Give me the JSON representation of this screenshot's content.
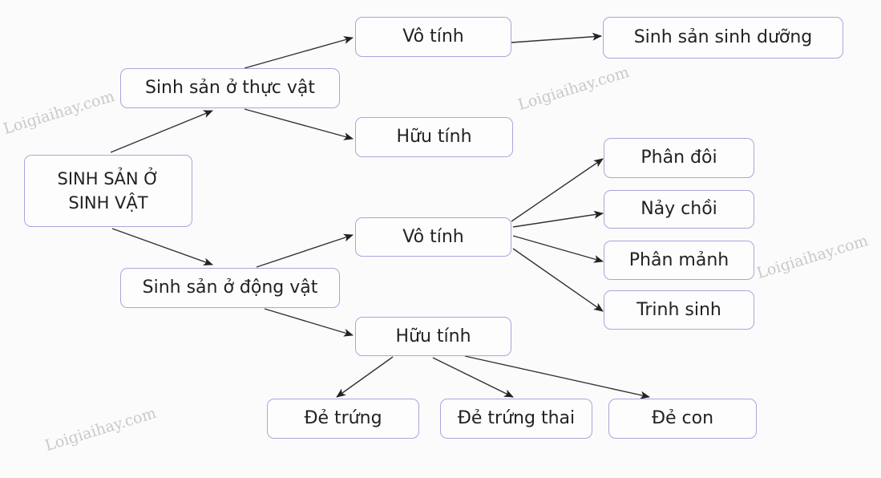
{
  "root": "SINH SẢN Ở SINH VẬT",
  "plants": {
    "label": "Sinh sản ở thực vật",
    "asexual": "Vô tính",
    "asexual_child": "Sinh sản sinh dưỡng",
    "sexual": "Hữu tính"
  },
  "animals": {
    "label": "Sinh sản ở động vật",
    "asexual": "Vô tính",
    "asexual_children": [
      "Phân đôi",
      "Nảy chồi",
      "Phân mảnh",
      "Trinh sinh"
    ],
    "sexual": "Hữu tính",
    "sexual_children": [
      "Đẻ trứng",
      "Đẻ trứng thai",
      "Đẻ con"
    ]
  },
  "watermark": "Loigiaihay.com",
  "colors": {
    "border": "#a9a6dc",
    "arrow": "#222222"
  }
}
